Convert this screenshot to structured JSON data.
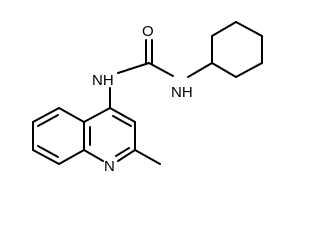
{
  "atoms": {
    "oxygen": "O",
    "nh_left": "NH",
    "nh_right": "NH",
    "quinoline_n": "N"
  },
  "colors": {
    "bond": "#000000",
    "background": "#ffffff"
  }
}
